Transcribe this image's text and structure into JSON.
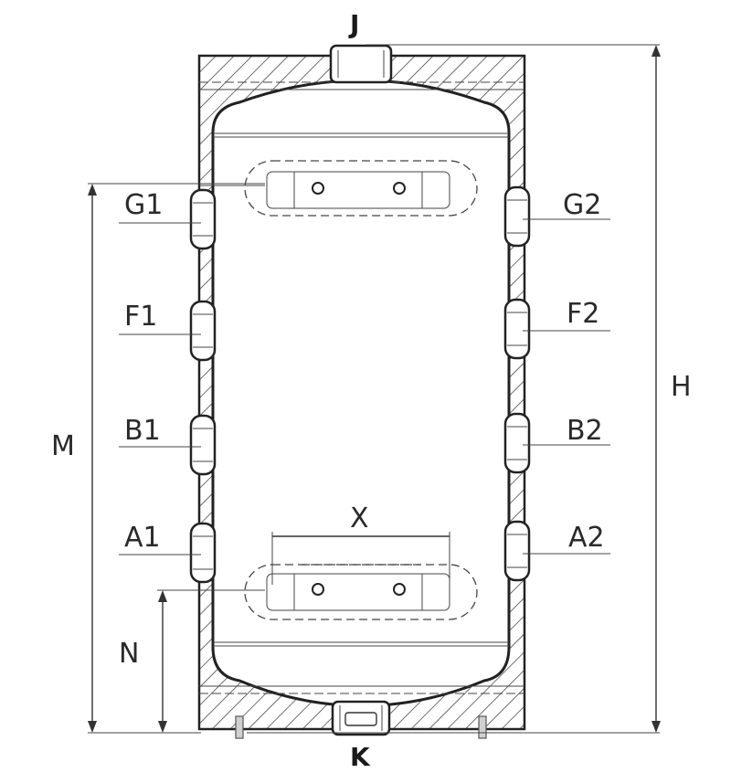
{
  "labels": {
    "top": "J",
    "bottom": "K",
    "left": [
      "G1",
      "F1",
      "B1",
      "A1"
    ],
    "right": [
      "G2",
      "F2",
      "B2",
      "A2"
    ],
    "height_total": "H",
    "height_m": "M",
    "height_n": "N",
    "width_x": "X"
  },
  "colors": {
    "line": "#222222",
    "hatch": "#333333",
    "background": "#ffffff"
  }
}
